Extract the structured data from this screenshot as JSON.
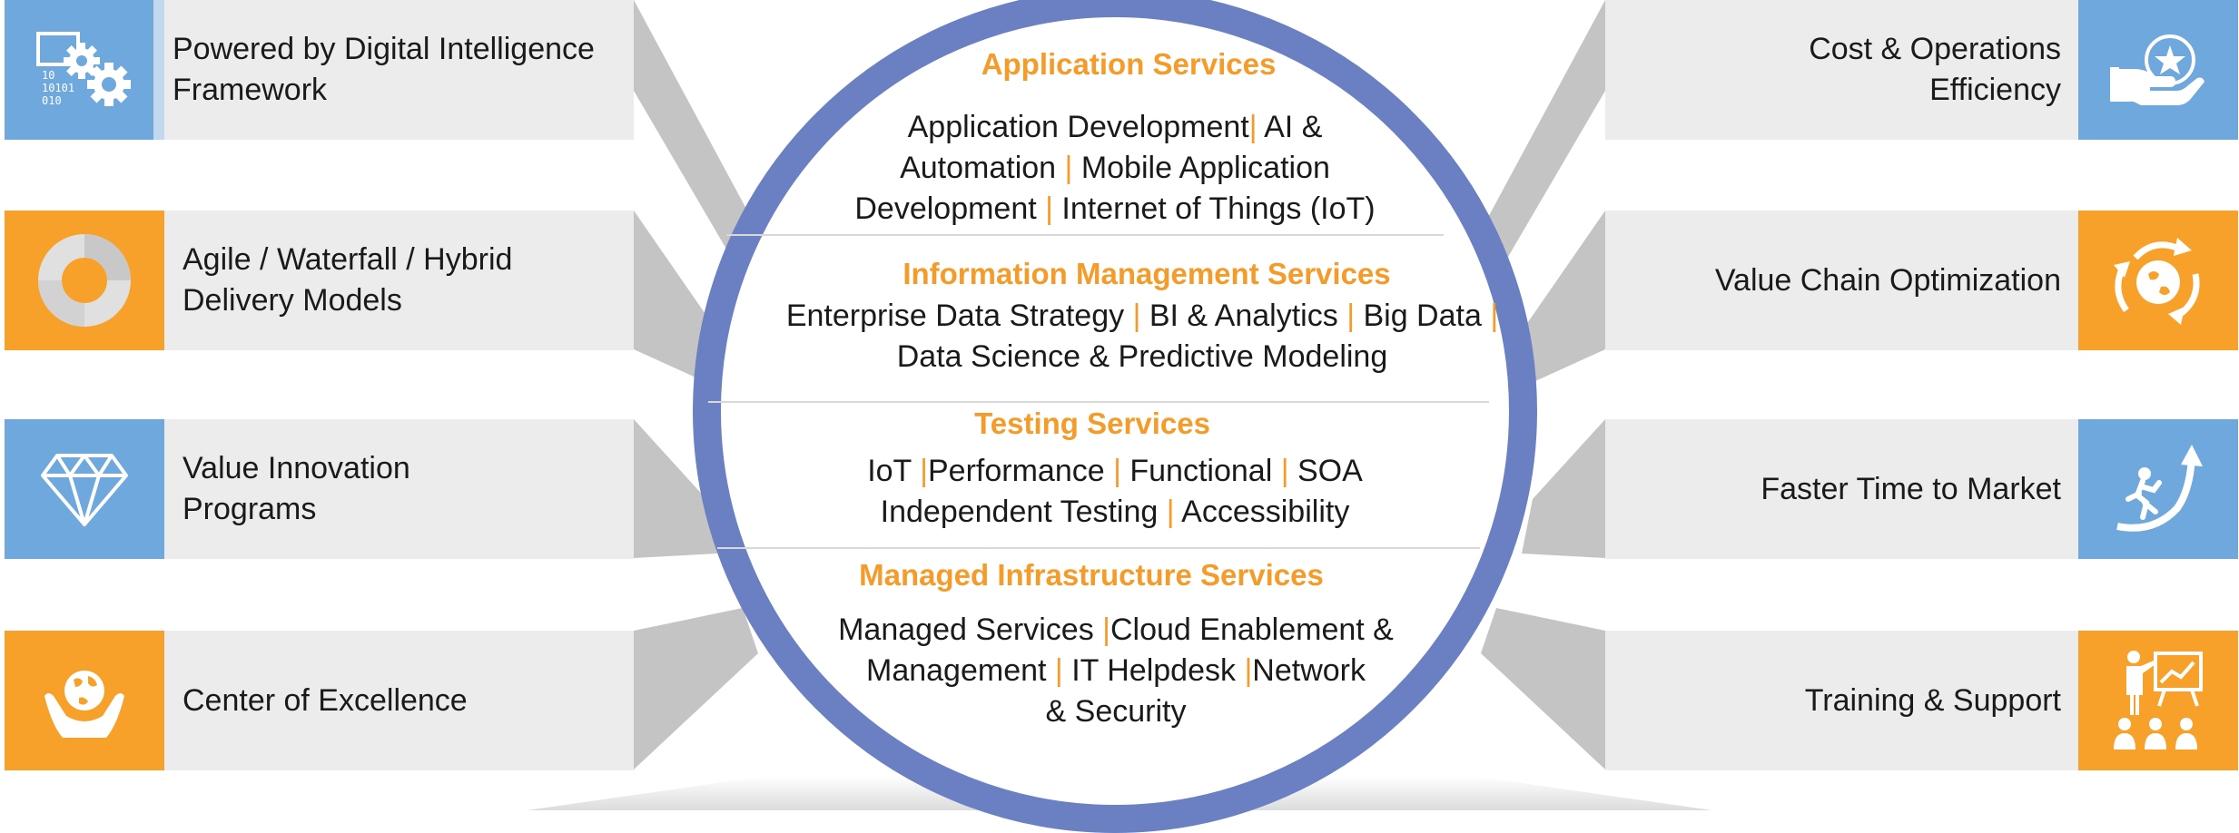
{
  "colors": {
    "ring": "#6a80c2",
    "accent_orange": "#f59b29",
    "tile_blue": "#6fa8dc",
    "tile_orange": "#f7a12b",
    "card_bg": "#ececec",
    "ray": "#c4c4c4"
  },
  "left_items": [
    {
      "label": "Powered by Digital Intelligence Framework",
      "icon": "gears-binary-icon",
      "tile": "blue"
    },
    {
      "label": "Agile / Waterfall / Hybrid Delivery Models",
      "icon": "donut-ring-icon",
      "tile": "orange"
    },
    {
      "label": "Value Innovation Programs",
      "icon": "diamond-icon",
      "tile": "blue"
    },
    {
      "label": "Center of Excellence",
      "icon": "globe-in-hands-icon",
      "tile": "orange"
    }
  ],
  "right_items": [
    {
      "label": "Cost & Operations Efficiency",
      "icon": "hand-star-icon",
      "tile": "blue"
    },
    {
      "label": "Value Chain Optimization",
      "icon": "globe-cycle-icon",
      "tile": "orange"
    },
    {
      "label": "Faster Time to Market",
      "icon": "runner-arrow-icon",
      "tile": "blue"
    },
    {
      "label": "Training & Support",
      "icon": "presentation-icon",
      "tile": "orange"
    }
  ],
  "services": {
    "application": {
      "title": "Application Services",
      "lines": [
        [
          "Application Development",
          "| ",
          "AI &"
        ],
        [
          "Automation ",
          "| ",
          "Mobile Application"
        ],
        [
          "Development ",
          "| ",
          "Internet of Things (IoT)"
        ]
      ]
    },
    "information": {
      "title": "Information Management Services",
      "lines": [
        [
          "Enterprise Data Strategy ",
          "| ",
          "BI & Analytics ",
          "| ",
          "Big Data ",
          "|"
        ],
        [
          "Data Science & Predictive Modeling"
        ]
      ]
    },
    "testing": {
      "title": "Testing Services",
      "lines": [
        [
          "IoT ",
          "|",
          "Performance ",
          "| ",
          "Functional ",
          "| ",
          "SOA"
        ],
        [
          "Independent Testing ",
          "| ",
          "Accessibility"
        ]
      ]
    },
    "infrastructure": {
      "title": "Managed Infrastructure Services",
      "lines": [
        [
          "Managed Services ",
          "|",
          "Cloud Enablement &"
        ],
        [
          "Management ",
          "| ",
          "IT Helpdesk ",
          "|",
          "Network"
        ],
        [
          "& Security"
        ]
      ]
    }
  }
}
